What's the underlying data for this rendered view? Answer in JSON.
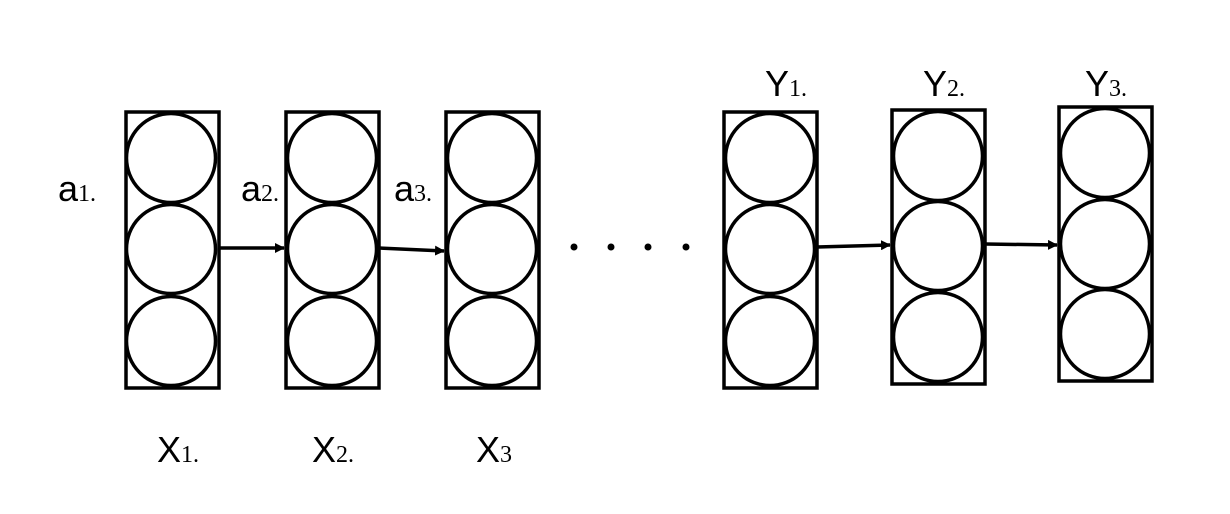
{
  "columns": [
    {
      "id": "x1",
      "bottom_label": {
        "main": "X",
        "sub": "1."
      }
    },
    {
      "id": "x2",
      "bottom_label": {
        "main": "X",
        "sub": "2."
      }
    },
    {
      "id": "x3",
      "bottom_label": {
        "main": "X",
        "sub": "3"
      }
    },
    {
      "id": "y1",
      "top_label": {
        "main": "Y",
        "sub": "1."
      }
    },
    {
      "id": "y2",
      "top_label": {
        "main": "Y",
        "sub": "2."
      }
    },
    {
      "id": "y3",
      "top_label": {
        "main": "Y",
        "sub": "3."
      }
    }
  ],
  "side_labels": [
    {
      "id": "a1",
      "main": "a",
      "sub": "1."
    },
    {
      "id": "a2",
      "main": "a",
      "sub": "2."
    },
    {
      "id": "a3",
      "main": "a",
      "sub": "3."
    }
  ],
  "nodes_per_column": 3,
  "ellipsis": "· · · ·",
  "colors": {
    "stroke": "#000000",
    "background": "#ffffff"
  }
}
